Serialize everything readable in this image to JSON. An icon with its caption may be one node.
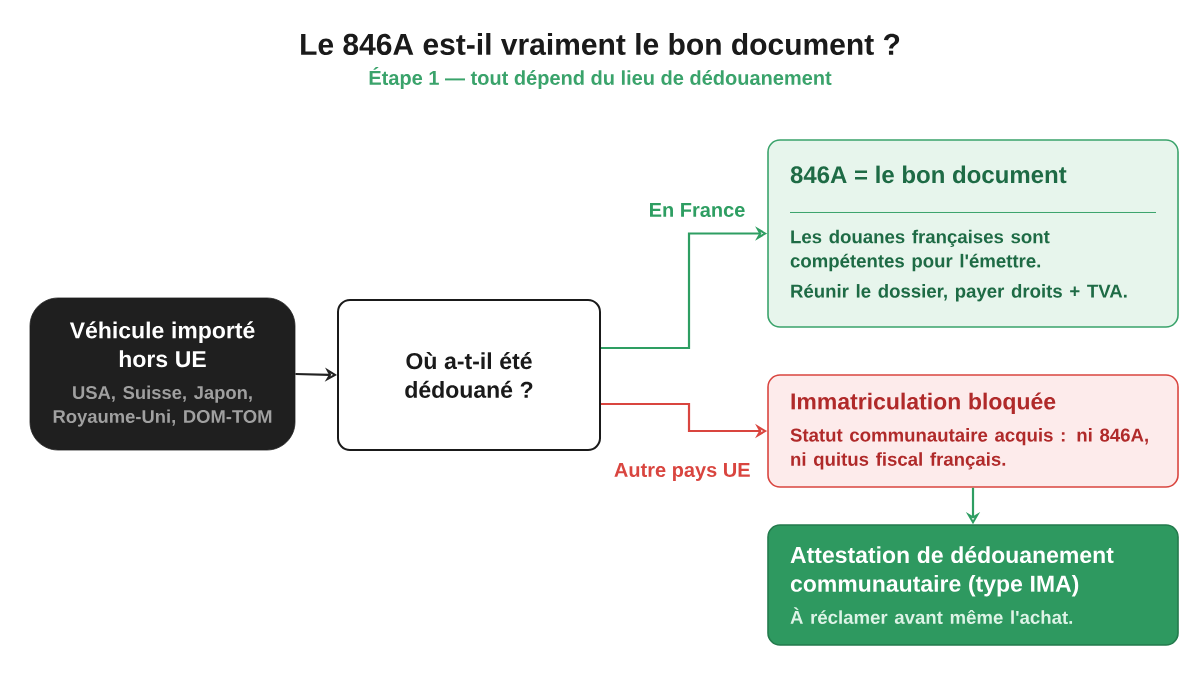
{
  "diagram": {
    "title": "Le 846A est-il vraiment le bon document ?",
    "nodes": [
      {
        "text": [
          "Véhicule importé hors UE",
          "USA, Suisse, Japon, Royaume-Uni, DOM-TOM"
        ]
      },
      {
        "text": [
          "Où a-t-il été dédouané ?"
        ]
      },
      {
        "text": [
          "846A = le bon document",
          "Les douanes françaises sont compétentes pour l'émettre.",
          "Réunir le dossier, payer droits + TVA."
        ]
      },
      {
        "text": [
          "Immatriculation bloquée",
          "Statut communautaire acquis : ni 846A, ni quitus fiscal français."
        ]
      },
      {
        "text": [
          "Attestation de dédouanement communautaire (type IMA)",
          "À réclamer avant même l'achat."
        ]
      }
    ],
    "edges": [
      {
        "from": 0,
        "to": 1,
        "arrow": "to",
        "color": "#222222"
      },
      {
        "from": 1,
        "to": 2,
        "arrow": "to",
        "label": "En France",
        "color": "#2e9e62"
      },
      {
        "from": 1,
        "to": 3,
        "arrow": "to",
        "label": "Autre pays UE",
        "color": "#d9453f"
      },
      {
        "from": 3,
        "to": 4,
        "arrow": "to",
        "color": "#2e9e62"
      }
    ],
    "labels": [
      "Étape 1 — tout dépend du lieu de dédouanement"
    ]
  }
}
